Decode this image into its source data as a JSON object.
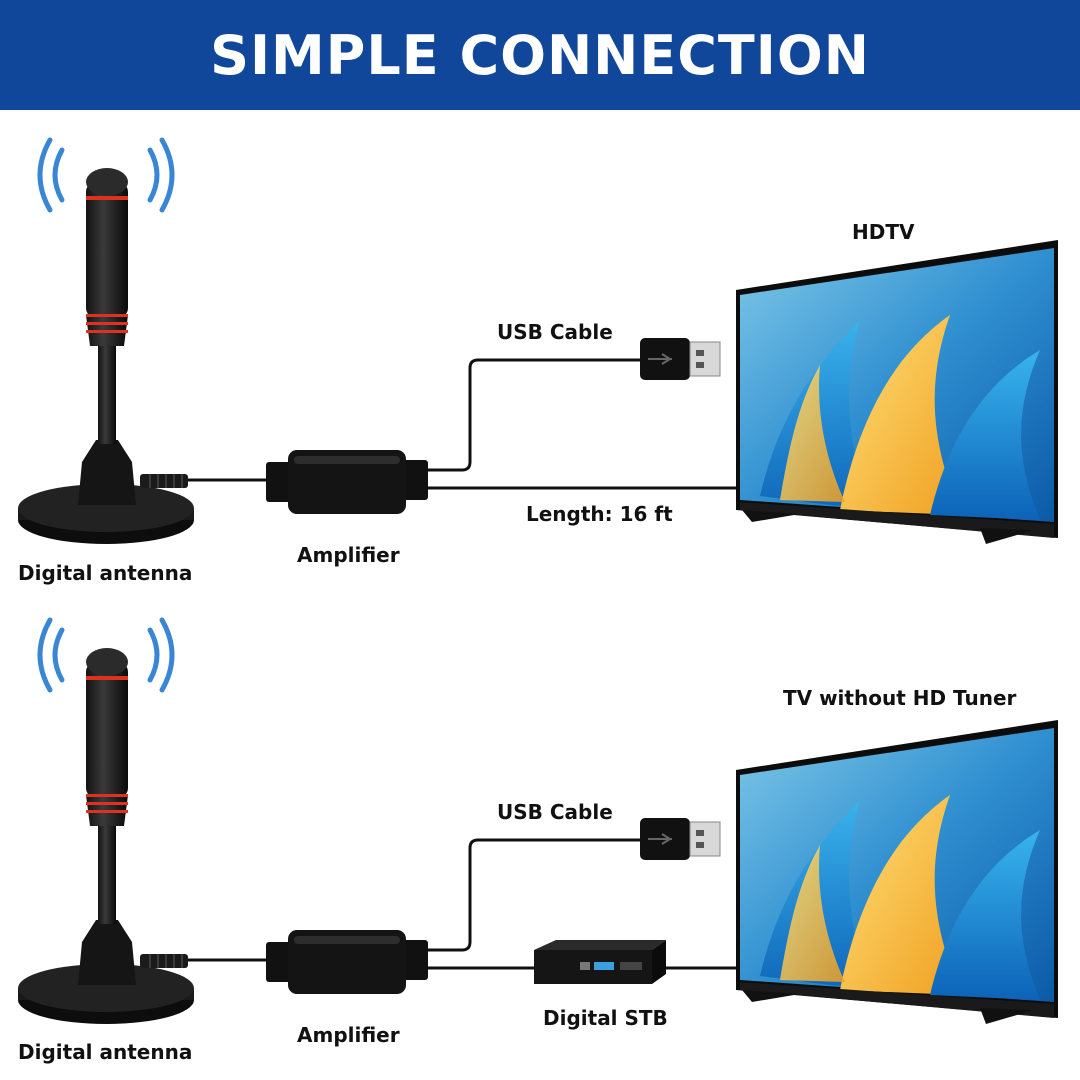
{
  "header": {
    "title": "SIMPLE CONNECTION"
  },
  "colors": {
    "banner": "#10479a",
    "signal": "#3a86d6",
    "accent_ring": "#e0301e"
  },
  "sections": [
    {
      "antenna_label": "Digital antenna",
      "amplifier_label": "Amplifier",
      "usb_label": "USB Cable",
      "length_label": "Length: 16 ft",
      "tv_label": "HDTV"
    },
    {
      "antenna_label": "Digital antenna",
      "amplifier_label": "Amplifier",
      "usb_label": "USB Cable",
      "stb_label": "Digital STB",
      "tv_label": "TV without HD Tuner"
    }
  ]
}
